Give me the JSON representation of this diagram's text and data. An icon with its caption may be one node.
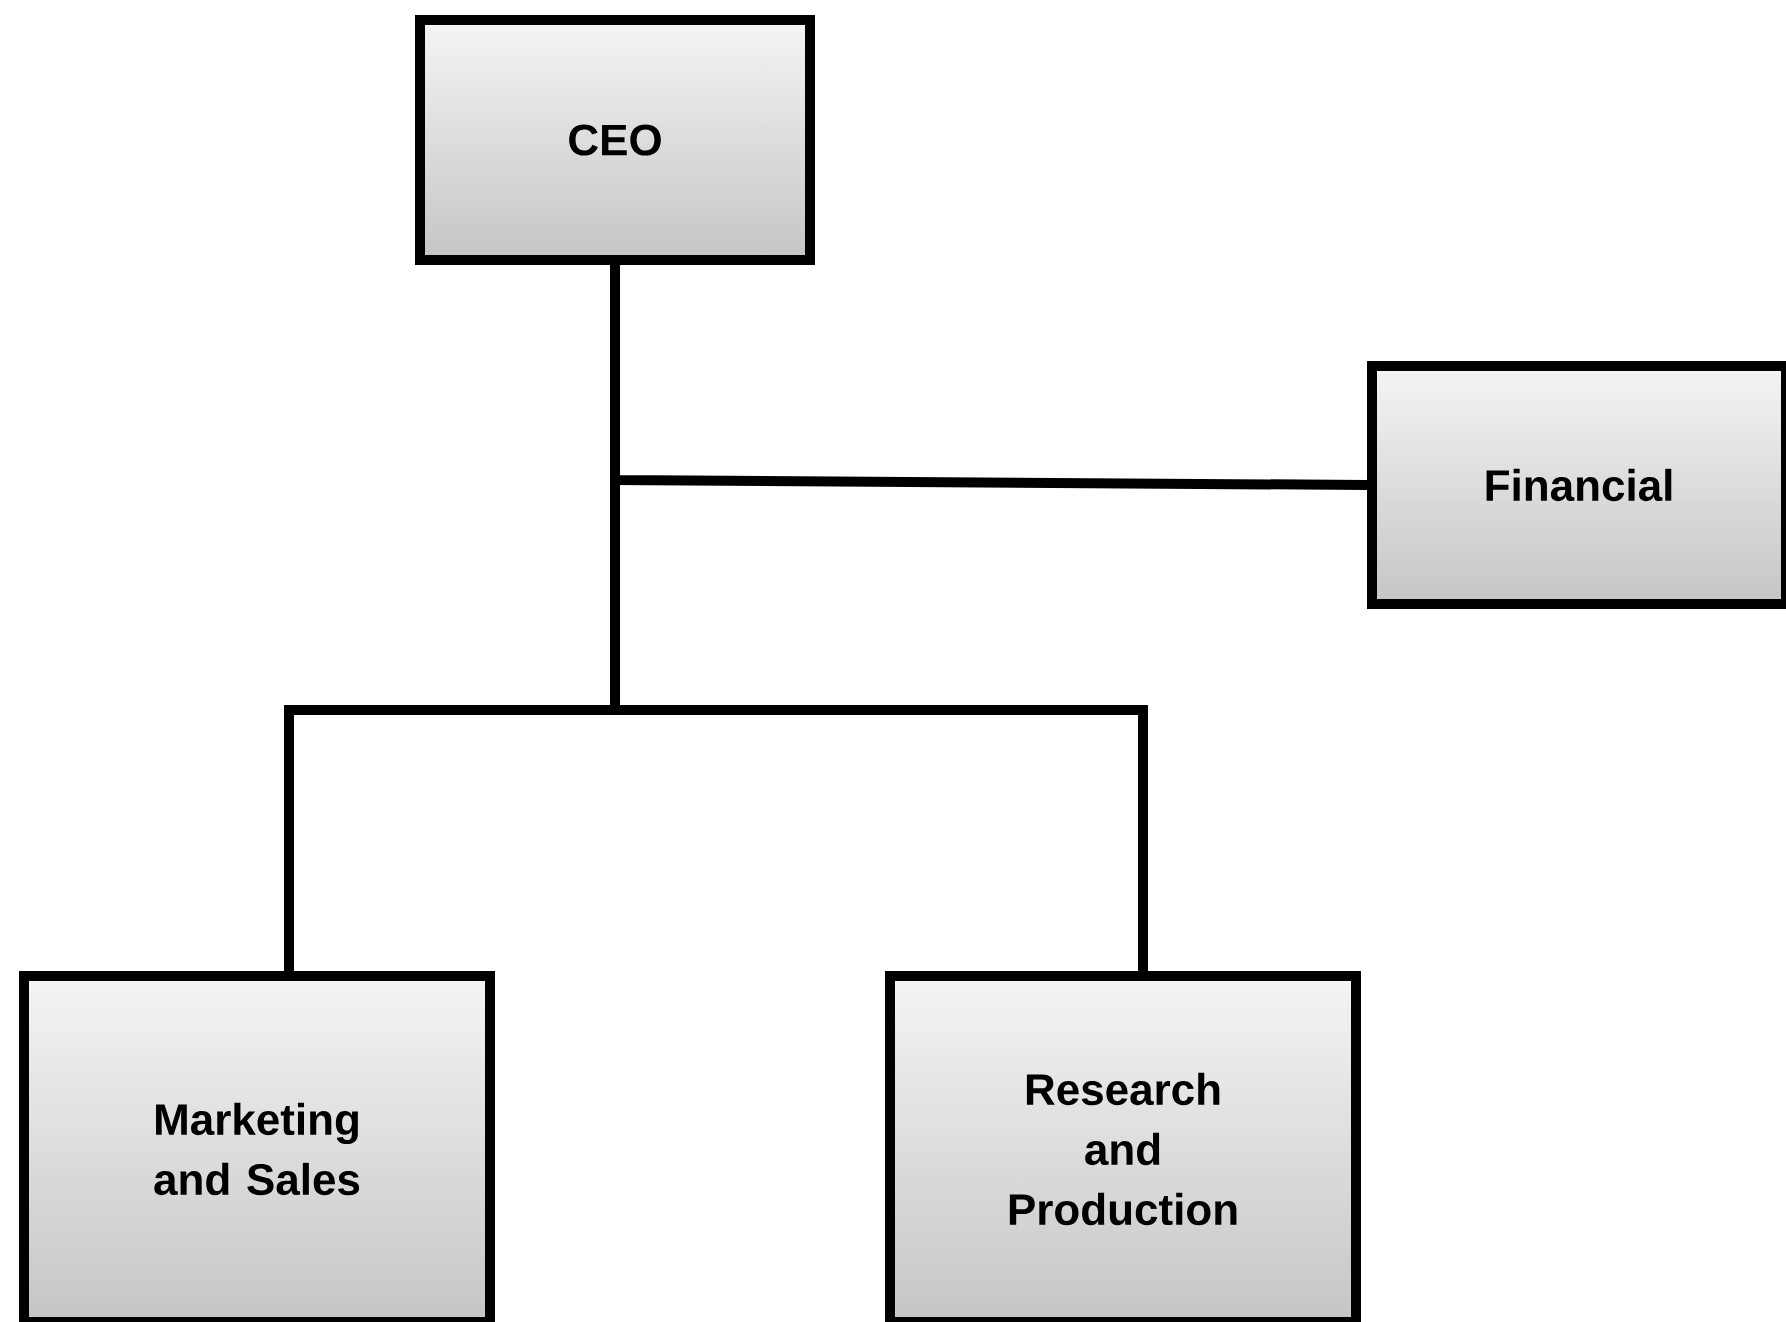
{
  "diagram": {
    "nodes": [
      {
        "text": [
          "CEO"
        ]
      },
      {
        "text": [
          "Financial"
        ]
      },
      {
        "text": [
          "Marketing and Sales"
        ]
      },
      {
        "text": [
          "Research and Production"
        ]
      }
    ],
    "edges": [
      {
        "from": 0,
        "to": 1,
        "arrow": "none"
      },
      {
        "from": 0,
        "to": 2,
        "arrow": "none"
      },
      {
        "from": 0,
        "to": 3,
        "arrow": "none"
      }
    ]
  }
}
